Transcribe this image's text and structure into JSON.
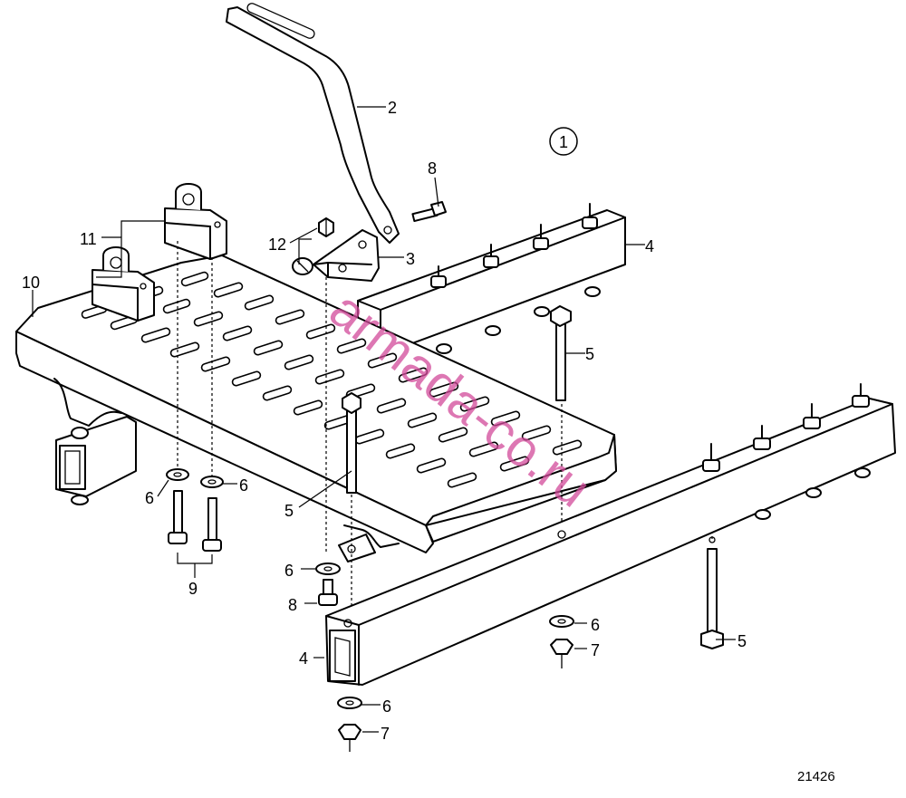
{
  "diagram": {
    "drawing_number": "21426",
    "circled_label": "1",
    "watermark": "armada-co.ru",
    "callouts": [
      {
        "id": "c2",
        "text": "2"
      },
      {
        "id": "c3",
        "text": "3"
      },
      {
        "id": "c4a",
        "text": "4"
      },
      {
        "id": "c4b",
        "text": "4"
      },
      {
        "id": "c5a",
        "text": "5"
      },
      {
        "id": "c5b",
        "text": "5"
      },
      {
        "id": "c5c",
        "text": "5"
      },
      {
        "id": "c6a",
        "text": "6"
      },
      {
        "id": "c6b",
        "text": "6"
      },
      {
        "id": "c6c",
        "text": "6"
      },
      {
        "id": "c6d",
        "text": "6"
      },
      {
        "id": "c6e",
        "text": "6"
      },
      {
        "id": "c7a",
        "text": "7"
      },
      {
        "id": "c7b",
        "text": "7"
      },
      {
        "id": "c8a",
        "text": "8"
      },
      {
        "id": "c8b",
        "text": "8"
      },
      {
        "id": "c9",
        "text": "9"
      },
      {
        "id": "c10",
        "text": "10"
      },
      {
        "id": "c11",
        "text": "11"
      },
      {
        "id": "c12",
        "text": "12"
      }
    ],
    "colors": {
      "line": "#000000",
      "background": "#ffffff",
      "watermark": "#d24a9a"
    }
  }
}
